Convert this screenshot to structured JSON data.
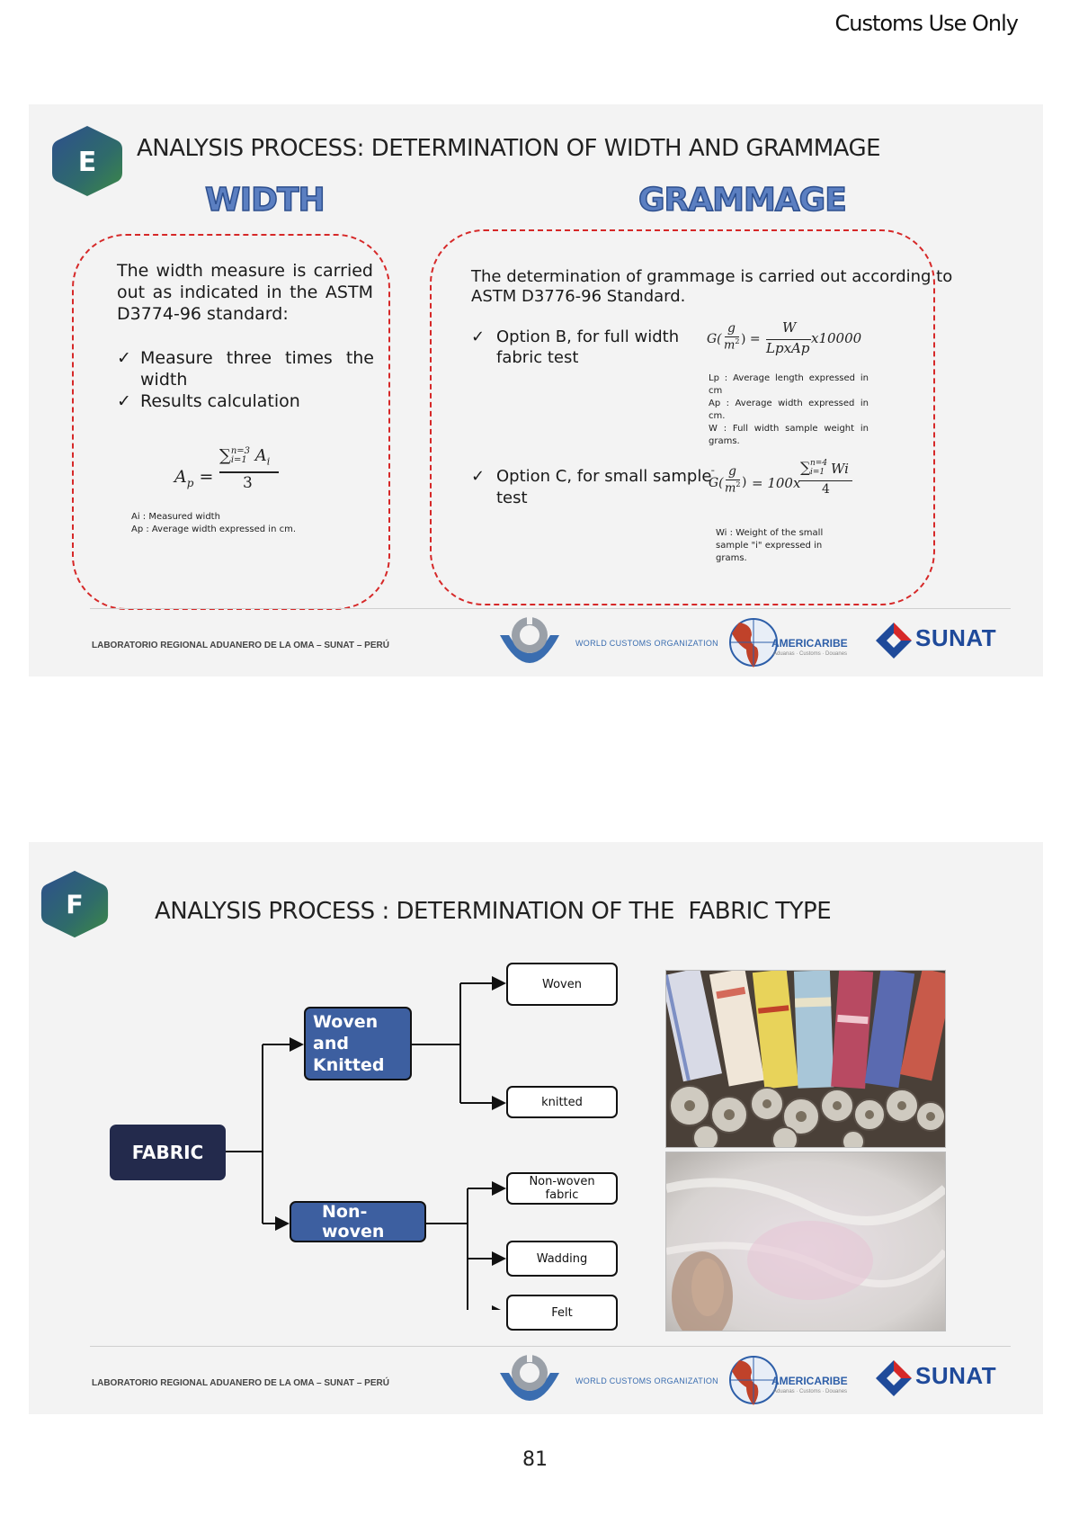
{
  "header": {
    "note": "Customs Use Only"
  },
  "slide_e": {
    "badge": "E",
    "title": "ANALYSIS PROCESS: DETERMINATION OF WIDTH AND GRAMMAGE",
    "width_heading": "WIDTH",
    "grammage_heading": "GRAMMAGE",
    "width_box": {
      "intro_line1": "The  width  measure  is  carried",
      "intro_line2": "out  as  indicated  in  the  ASTM",
      "intro_line3": "D3774-96 standard:",
      "bullet1_line1": "Measure   three   times   the",
      "bullet1_line2": "width",
      "bullet2": "Results calculation",
      "formula_lhs": "A",
      "formula_lhs_sub": "p",
      "formula_num": "∑",
      "formula_num_limits_top": "n=3",
      "formula_num_limits_bottom": "i=1",
      "formula_num_term": "A",
      "formula_num_term_sub": "i",
      "formula_den": "3",
      "legend1": "Ai :  Measured width",
      "legend2": "Ap :  Average width expressed in cm."
    },
    "grammage_box": {
      "intro_line1": "The determination of grammage is carried out according to",
      "intro_line2": "ASTM D3776-96 Standard.",
      "optB_line1": "Option B, for full width",
      "optB_line2": "fabric test",
      "formulaB_g": "G(",
      "formulaB_unit_num": "g",
      "formulaB_unit_den": "m",
      "formulaB_num": "W",
      "formulaB_den": "LpxAp",
      "formulaB_mult": "x10000",
      "legendB1": "Lp :    Average length expressed in",
      "legendB1b": "cm",
      "legendB2": "Ap :     Average width expressed in",
      "legendB2b": "cm.",
      "legendB3": "W  :  Full  width  sample  weight  in",
      "legendB3b": "grams.",
      "optC_line1": "Option C, for small sample",
      "optC_line2": "test",
      "formulaC_g": "G(",
      "formulaC_unit_num": "g",
      "formulaC_unit_den": "m",
      "formulaC_mult": "= 100x",
      "formulaC_limits_top": "n=4",
      "formulaC_limits_bottom": "i=1",
      "formulaC_term": "Wi",
      "formulaC_den": "4",
      "legendC1": "Wi  :  Weight of the small",
      "legendC2": "sample \"i\" expressed in",
      "legendC3": "grams."
    }
  },
  "slide_f": {
    "badge": "F",
    "title": "ANALYSIS PROCESS : DETERMINATION OF THE  FABRIC TYPE",
    "tree": {
      "root": "FABRIC",
      "branch1": "Woven and Knitted",
      "branch2": "Non-woven",
      "leaf_woven": "Woven",
      "leaf_knitted": "knitted",
      "leaf_nonwoven": "Non-woven fabric",
      "leaf_wadding": "Wadding",
      "leaf_felt": "Felt"
    }
  },
  "footer": {
    "lab": "LABORATORIO REGIONAL ADUANERO DE LA OMA – SUNAT – PERÚ",
    "wco": "WORLD CUSTOMS ORGANIZATION",
    "americaribe": "AMERICARIBE",
    "americaribe_sub": "Aduanas · Customs · Douanes",
    "sunat": "SUNAT"
  },
  "page_number": "81",
  "colors": {
    "badge_gradient_top": "#2d4f8e",
    "badge_gradient_bottom": "#3d8a45",
    "dash_border": "#d62828",
    "node_blue": "#3d5fa0",
    "node_dark": "#232a4c"
  }
}
